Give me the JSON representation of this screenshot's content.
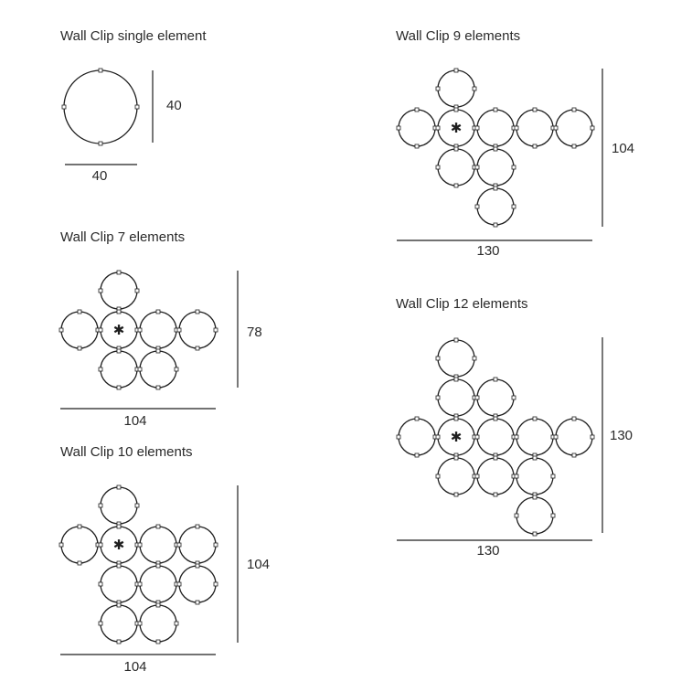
{
  "groups": [
    {
      "id": "single",
      "title": "Wall Clip single element",
      "width_label": "40",
      "height_label": "40"
    },
    {
      "id": "seven",
      "title": "Wall Clip 7 elements",
      "width_label": "104",
      "height_label": "78"
    },
    {
      "id": "ten",
      "title": "Wall Clip 10 elements",
      "width_label": "104",
      "height_label": "104"
    },
    {
      "id": "nine",
      "title": "Wall Clip 9 elements",
      "width_label": "130",
      "height_label": "104"
    },
    {
      "id": "twelve",
      "title": "Wall Clip 12 elements",
      "width_label": "130",
      "height_label": "130"
    }
  ],
  "center_marker": "✱"
}
